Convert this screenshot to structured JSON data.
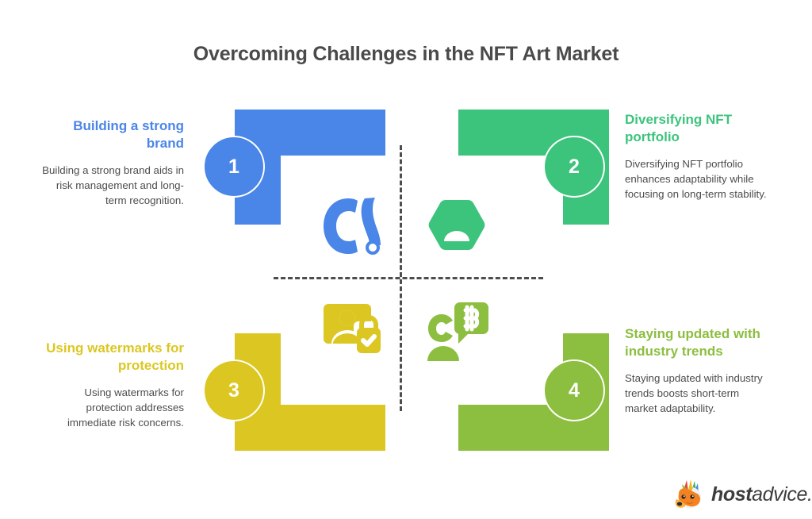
{
  "title": "Overcoming Challenges in the NFT Art Market",
  "colors": {
    "blue": "#4a86e8",
    "green": "#3cc47c",
    "yellow": "#dcc722",
    "olive": "#8cbe3f",
    "title_text": "#4a4a4a",
    "body_text": "#4d4d4d",
    "divider": "#4d4d4d",
    "background": "#ffffff"
  },
  "quadrants": [
    {
      "number": "1",
      "heading": "Building a strong brand",
      "body": "Building a strong brand aids in risk management and long-term recognition.",
      "color": "#4a86e8",
      "icon": "brand-identity-icon"
    },
    {
      "number": "2",
      "heading": "Diversifying NFT portfolio",
      "body": "Diversifying NFT portfolio enhances adaptability while focusing on long-term stability.",
      "color": "#3cc47c",
      "icon": "hexagon-portfolio-icon"
    },
    {
      "number": "3",
      "heading": "Using watermarks for protection",
      "body": "Using watermarks for protection addresses immediate risk concerns.",
      "color": "#dcc722",
      "icon": "photo-lock-icon"
    },
    {
      "number": "4",
      "heading": "Staying updated with industry trends",
      "body": "Staying updated with industry trends boosts short-term market adaptability.",
      "color": "#8cbe3f",
      "icon": "person-bitcoin-chat-icon"
    }
  ],
  "logo": {
    "word_bold": "host",
    "word_light": "advice."
  }
}
